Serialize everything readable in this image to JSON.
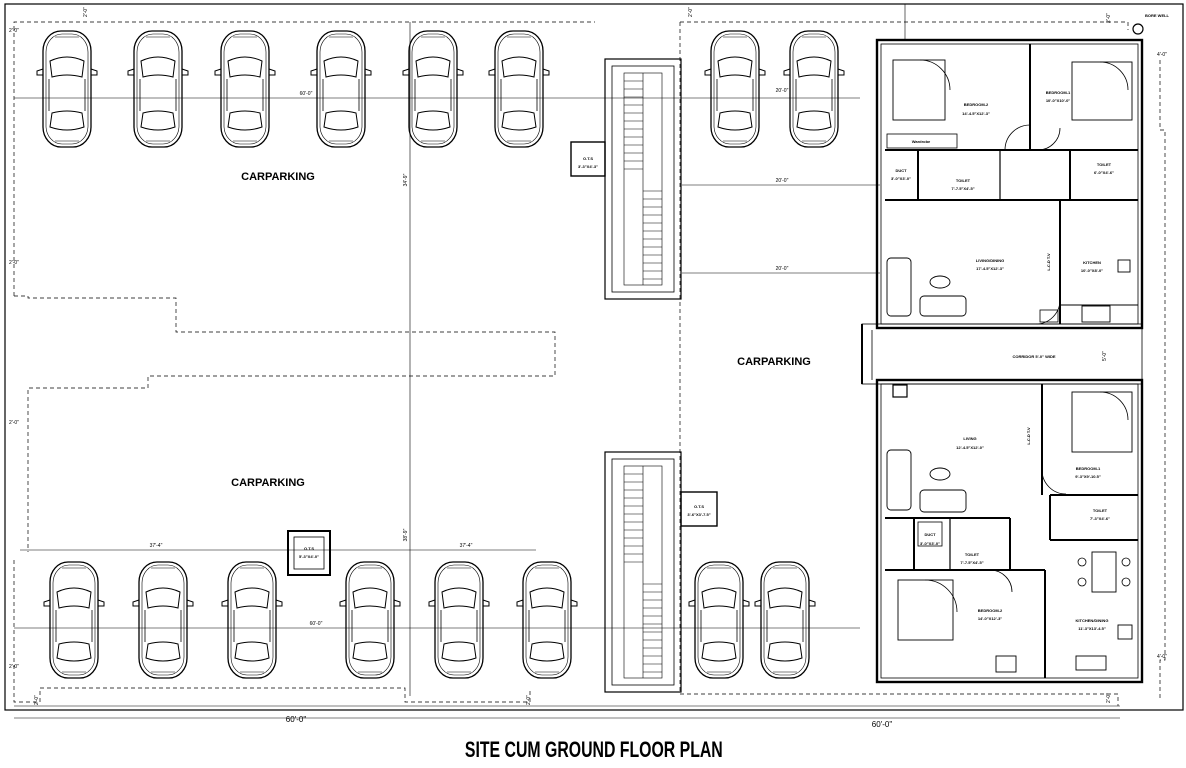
{
  "title": "SITE CUM GROUND FLOOR PLAN",
  "labels": {
    "carparking_1": "CARPARKING",
    "carparking_2": "CARPARKING",
    "carparking_3": "CARPARKING",
    "corridor": "CORRIDOR 5'-0\" WIDE",
    "bore_well": "BORE WELL",
    "wardrobe": "Wardrobe",
    "bedroom2_top": "BEDROOM-2",
    "bedroom2_top_size": "14'-4.5\"X12'-3\"",
    "bedroom1_top": "BEDROOM-1",
    "bedroom1_top_size": "10'-0\"X10'-0\"",
    "toilet_top": "TOILET",
    "toilet_top_size": "7'-7.5\"X4'-5\"",
    "duct_top": "DUCT",
    "duct_top_size": "3'-0\"X3'-0\"",
    "toilet_right_top": "TOILET",
    "toilet_right_top_size": "6'-0\"X4'-6\"",
    "living_top": "LIVING/DINING",
    "living_top_size": "17'-4.5\"X12'-3\"",
    "lcd_top": "L.C.D T.V",
    "kitchen_top": "KITCHEN",
    "kitchen_top_size": "10'-0\"X8'-0\"",
    "living_bottom": "LIVING",
    "living_bottom_size": "12'-4.5\"X12'-0\"",
    "lcd_bottom": "L.C.D T.V",
    "bedroom1_bottom": "BEDROOM-1",
    "bedroom1_bottom_size": "9'-3\"X9'-10.5\"",
    "toilet_bottom_right": "TOILET",
    "toilet_bottom_right_size": "7'-3\"X4'-6\"",
    "duct_bottom": "DUCT",
    "duct_bottom_size": "3'-0\"X3'-0\"",
    "toilet_bottom": "TOILET",
    "toilet_bottom_size": "7'-7.5\"X4'-5\"",
    "bedroom2_bottom": "BEDROOM-2",
    "bedroom2_bottom_size": "14'-0\"X12'-3\"",
    "kitchen_bottom": "KITCHEN/DINING",
    "kitchen_bottom_size": "11'-3\"X13'-4.5\"",
    "otc_upper": "O.T.S",
    "otc_upper_size": "3'-3\"X4'-3\"",
    "otc_lower": "O.T.S",
    "otc_lower_size": "3'-6\"X3'-7.5\"",
    "otc_left": "O.T.S",
    "otc_left_size": "5'-3\"X4'-0\""
  },
  "dimensions": {
    "bottom_left": "60'-0\"",
    "bottom_right": "60'-0\"",
    "row_top_left": "60'-0\"",
    "row_top_mid": "20'-0\"",
    "row_bottom_left": "60'-0\"",
    "mid_1": "20'-0\"",
    "mid_2": "20'-0\"",
    "vert_main": "34'-9\"",
    "vert_lower": "38'-9\"",
    "left_3a": "37'-4\"",
    "left_3b": "37'-4\"",
    "edge_2a": "2'-0\"",
    "edge_2b": "2'-0\"",
    "edge_2c": "2'-0\"",
    "edge_2d": "2'-0\"",
    "edge_2e": "2'-0\"",
    "edge_2f": "2'-0\"",
    "edge_2g": "2'-0\"",
    "edge_2h": "2'-0\"",
    "edge_2i": "2'-0\"",
    "edge_2j": "2'-0\"",
    "edge_4a": "4'-0\"",
    "edge_4b": "4'-0\"",
    "edge_5": "5'-0\""
  }
}
